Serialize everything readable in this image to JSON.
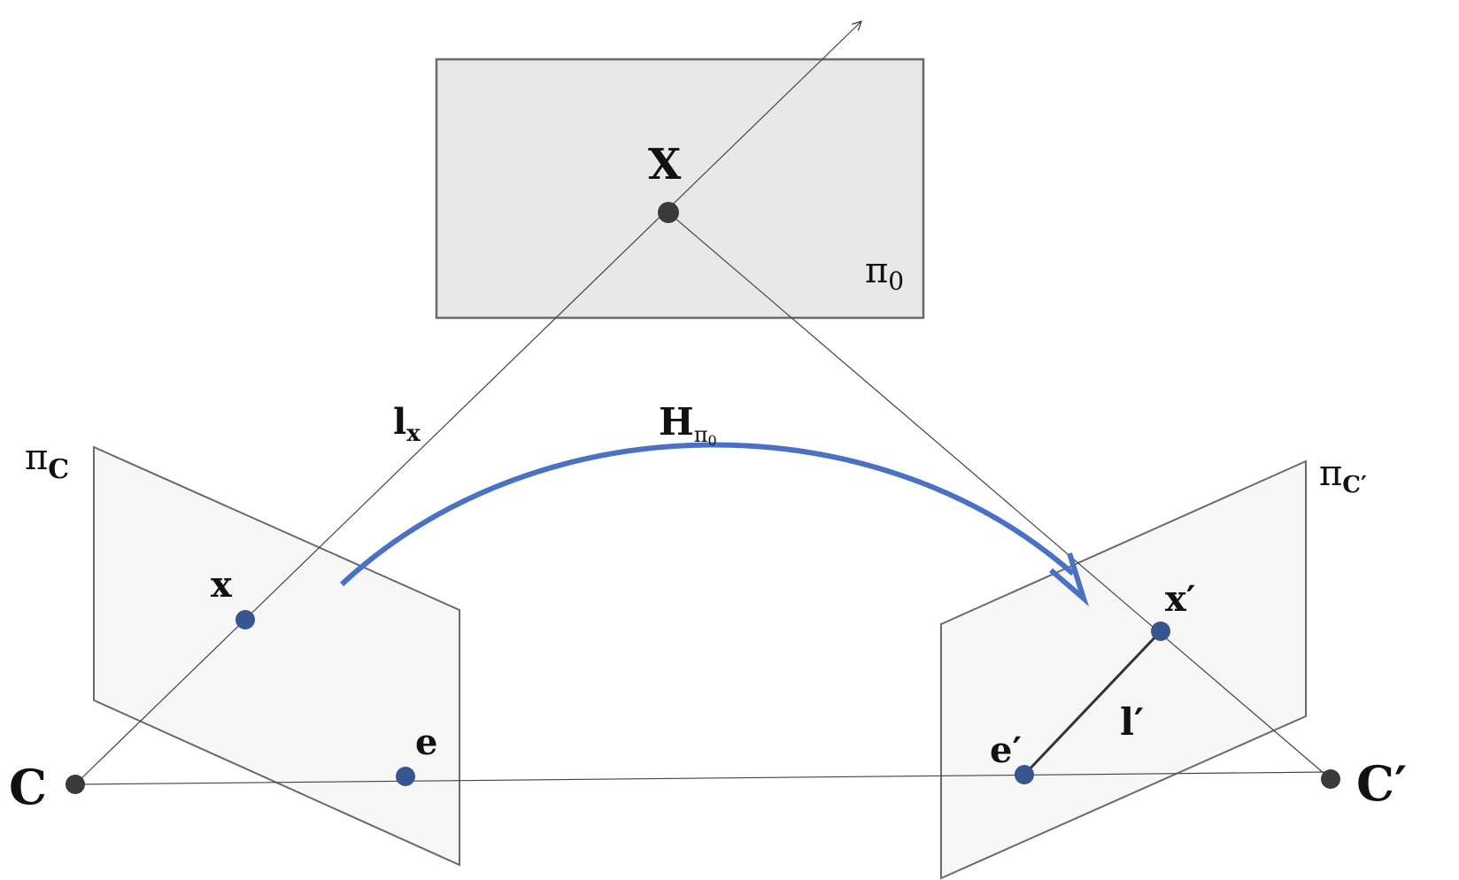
{
  "labels": {
    "point_X": "X",
    "plane_pi0": "π",
    "plane_pi0_sub": "0",
    "ray_lx": "l",
    "ray_lx_sub": "x",
    "homography": "H",
    "homography_sub": "π",
    "homography_subsub": "0",
    "plane_piC": "π",
    "plane_piC_sub": "C",
    "plane_piC2": "π",
    "plane_piC2_sub": "C′",
    "point_x": "x",
    "point_e": "e",
    "camera_C": "C",
    "point_x2": "x′",
    "epipolar_line": "l′",
    "point_e2": "e′",
    "camera_C2": "C′"
  },
  "colors": {
    "point_dark": "#3a3a3a",
    "point_blue": "#37558f",
    "arrow_blue": "#4a72c4",
    "plane_top_fill": "#e8e8e8",
    "plane_image_fill": "#f7f7f7",
    "edge": "#6a6a6a"
  }
}
